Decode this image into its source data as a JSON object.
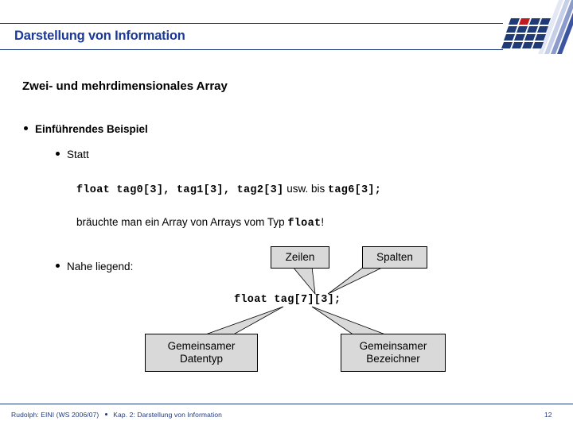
{
  "header": {
    "title": "Darstellung von Information",
    "title_color": "#1b3a96",
    "rule_color": "#1f3a80",
    "logo_name": "university-logo",
    "logo_colors": {
      "grid_blue": "#203a78",
      "accent_red": "#c21a21",
      "stripe_light": "#c6cfe8",
      "stripe_mid": "#8a9bcc",
      "stripe_dark": "#3b55a0"
    }
  },
  "body": {
    "subtitle": "Zwei- und mehrdimensionales Array",
    "bullet_level1": "Einführendes Beispiel",
    "bullet_level2_statt": "Statt",
    "bullet_level2_nahe": "Nahe liegend:",
    "code_line_1": {
      "part_mono_1": "float tag0[3], tag1[3], tag2[3]",
      "part_prose": " usw. bis ",
      "part_mono_2": "tag6[3];"
    },
    "braeuchte_line": {
      "part_prose_1": "bräuchte man ein Array von Arrays vom Typ ",
      "part_mono": "float",
      "part_prose_2": "!"
    },
    "code_line_2": "float tag[7][3];"
  },
  "callouts": {
    "background": "#d9d9d9",
    "border": "#000000",
    "zeilen": "Zeilen",
    "spalten": "Spalten",
    "datentyp_line1": "Gemeinsamer",
    "datentyp_line2": "Datentyp",
    "bezeichner_line1": "Gemeinsamer",
    "bezeichner_line2": "Bezeichner"
  },
  "footer": {
    "author_course": "Rudolph: EINI (WS 2006/07)",
    "chapter": "Kap. 2: Darstellung von Information",
    "page_number": "12",
    "color": "#1f3a80"
  }
}
